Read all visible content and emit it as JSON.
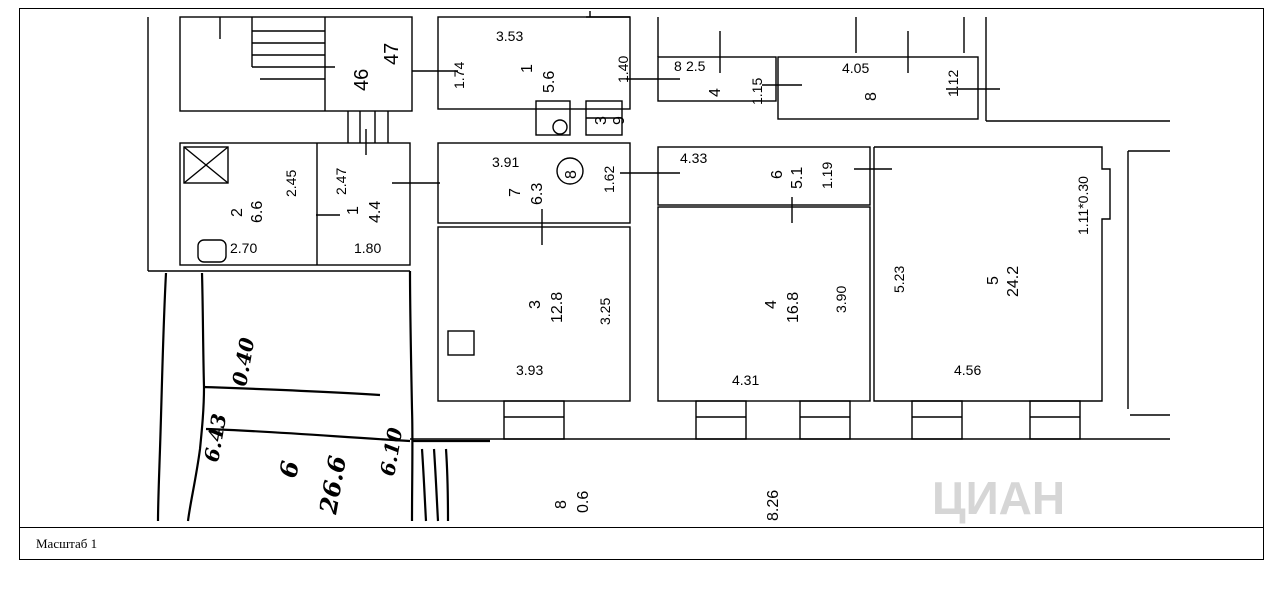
{
  "caption": "Масштаб 1",
  "watermark": "ЦИАН",
  "rooms": {
    "r46": {
      "left": "46",
      "right": "47"
    },
    "r1_top": {
      "num": "1",
      "area": "5.6",
      "dim_top": "3.53",
      "dim_left": "1.74",
      "dim_right": "1.40"
    },
    "r4_top": {
      "num": "4",
      "area": "2.5",
      "dim_left": "8",
      "dim_right": "1.15"
    },
    "r8_top": {
      "num": "8",
      "area": "4.05",
      "dim_right": "1.12"
    },
    "r3_small": {
      "num": "3"
    },
    "r_small": {
      "num": "9"
    },
    "r2": {
      "num": "2",
      "area": "6.6",
      "dim_bottom": "2.70",
      "dim_right": "2.45"
    },
    "r1_mid": {
      "num": "1",
      "area": "4.4",
      "dim_left": "2.47",
      "dim_bottom": "1.80"
    },
    "r7": {
      "num": "7",
      "area": "6.3",
      "dim_top": "3.91",
      "dim_right": "1.62",
      "circle": "8"
    },
    "r6": {
      "num": "6",
      "area": "5.1",
      "dim_top": "4.33",
      "dim_right": "1.19"
    },
    "r5": {
      "num": "5",
      "area": "24.2",
      "dim_left": "5.23",
      "dim_bottom": "4.56",
      "dim_right": "1.11*0.30"
    },
    "r3": {
      "num": "3",
      "area": "12.8",
      "dim_right": "3.25",
      "dim_bottom": "3.93"
    },
    "r4": {
      "num": "4",
      "area": "16.8",
      "dim_right": "3.90",
      "dim_bottom": "4.31"
    },
    "r8_bottom": {
      "num": "8",
      "area": "0.6"
    },
    "outside": {
      "value": "8.26"
    }
  },
  "handwritten": {
    "a": "0.40",
    "b": "6.43",
    "c": "6.10",
    "d": "6",
    "e": "26.6"
  }
}
